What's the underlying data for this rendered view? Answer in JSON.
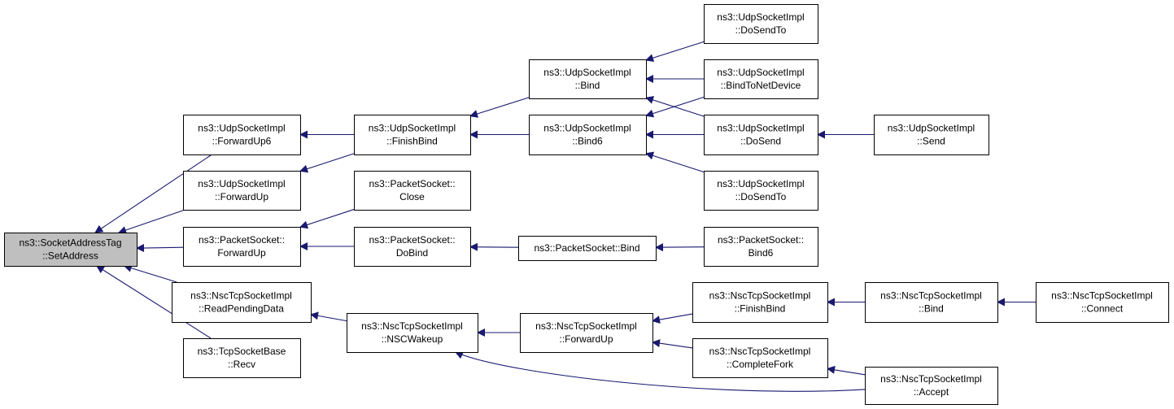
{
  "diagram": {
    "colors": {
      "edge": "#191970",
      "root_fill": "#bfbfbf",
      "node_fill": "#ffffff",
      "border": "#000000"
    },
    "nodes": [
      {
        "id": "n0",
        "lines": [
          "ns3::SocketAddressTag",
          "::SetAddress"
        ],
        "root": true
      },
      {
        "id": "n1",
        "lines": [
          "ns3::UdpSocketImpl",
          "::ForwardUp6"
        ]
      },
      {
        "id": "n2",
        "lines": [
          "ns3::UdpSocketImpl",
          "::ForwardUp"
        ]
      },
      {
        "id": "n3",
        "lines": [
          "ns3::PacketSocket::",
          "ForwardUp"
        ]
      },
      {
        "id": "n4",
        "lines": [
          "ns3::NscTcpSocketImpl",
          "::ReadPendingData"
        ]
      },
      {
        "id": "n5",
        "lines": [
          "ns3::TcpSocketBase",
          "::Recv"
        ]
      },
      {
        "id": "n6",
        "lines": [
          "ns3::UdpSocketImpl",
          "::FinishBind"
        ]
      },
      {
        "id": "n7",
        "lines": [
          "ns3::PacketSocket::",
          "Close"
        ]
      },
      {
        "id": "n8",
        "lines": [
          "ns3::PacketSocket::",
          "DoBind"
        ]
      },
      {
        "id": "n9",
        "lines": [
          "ns3::NscTcpSocketImpl",
          "::NSCWakeup"
        ]
      },
      {
        "id": "n10",
        "lines": [
          "ns3::UdpSocketImpl",
          "::Bind"
        ]
      },
      {
        "id": "n11",
        "lines": [
          "ns3::UdpSocketImpl",
          "::Bind6"
        ]
      },
      {
        "id": "n12",
        "lines": [
          "ns3::PacketSocket::Bind"
        ]
      },
      {
        "id": "n13",
        "lines": [
          "ns3::NscTcpSocketImpl",
          "::ForwardUp"
        ]
      },
      {
        "id": "n14",
        "lines": [
          "ns3::UdpSocketImpl",
          "::DoSendTo"
        ]
      },
      {
        "id": "n15",
        "lines": [
          "ns3::UdpSocketImpl",
          "::BindToNetDevice"
        ]
      },
      {
        "id": "n16",
        "lines": [
          "ns3::UdpSocketImpl",
          "::DoSend"
        ]
      },
      {
        "id": "n17",
        "lines": [
          "ns3::UdpSocketImpl",
          "::DoSendTo"
        ]
      },
      {
        "id": "n18",
        "lines": [
          "ns3::PacketSocket::",
          "Bind6"
        ]
      },
      {
        "id": "n19",
        "lines": [
          "ns3::NscTcpSocketImpl",
          "::FinishBind"
        ]
      },
      {
        "id": "n20",
        "lines": [
          "ns3::NscTcpSocketImpl",
          "::CompleteFork"
        ]
      },
      {
        "id": "n21",
        "lines": [
          "ns3::UdpSocketImpl",
          "::Send"
        ]
      },
      {
        "id": "n22",
        "lines": [
          "ns3::NscTcpSocketImpl",
          "::Bind"
        ]
      },
      {
        "id": "n23",
        "lines": [
          "ns3::NscTcpSocketImpl",
          "::Accept"
        ]
      },
      {
        "id": "n24",
        "lines": [
          "ns3::NscTcpSocketImpl",
          "::Connect"
        ]
      }
    ],
    "edges": [
      [
        "n1",
        "n0"
      ],
      [
        "n2",
        "n0"
      ],
      [
        "n3",
        "n0"
      ],
      [
        "n4",
        "n0"
      ],
      [
        "n5",
        "n0"
      ],
      [
        "n6",
        "n1"
      ],
      [
        "n6",
        "n2"
      ],
      [
        "n7",
        "n3"
      ],
      [
        "n8",
        "n3"
      ],
      [
        "n9",
        "n4"
      ],
      [
        "n10",
        "n6"
      ],
      [
        "n11",
        "n6"
      ],
      [
        "n12",
        "n8"
      ],
      [
        "n13",
        "n9"
      ],
      [
        "n23",
        "n9"
      ],
      [
        "n14",
        "n10"
      ],
      [
        "n15",
        "n10"
      ],
      [
        "n16",
        "n10"
      ],
      [
        "n15",
        "n11"
      ],
      [
        "n16",
        "n11"
      ],
      [
        "n17",
        "n11"
      ],
      [
        "n18",
        "n12"
      ],
      [
        "n19",
        "n13"
      ],
      [
        "n20",
        "n13"
      ],
      [
        "n21",
        "n16"
      ],
      [
        "n22",
        "n19"
      ],
      [
        "n23",
        "n20"
      ],
      [
        "n24",
        "n22"
      ]
    ]
  }
}
